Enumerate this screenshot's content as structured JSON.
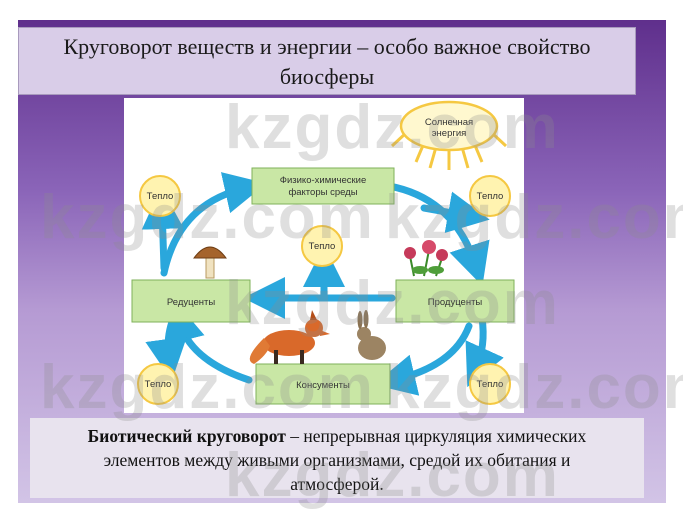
{
  "title": {
    "line1": "Круговорот веществ и энергии – особо важное свойство",
    "line2": "биосферы"
  },
  "diagram": {
    "sun_label_1": "Солнечная",
    "sun_label_2": "энергия",
    "factors_label_1": "Физико-химические",
    "factors_label_2": "факторы среды",
    "producers_label": "Продуценты",
    "decomposers_label": "Редуценты",
    "consumers_label": "Консументы",
    "heat_label": "Тепло"
  },
  "definition": {
    "term": "Биотический круговорот",
    "text_line1": " – непрерывная циркуляция химических",
    "text_line2": "элементов между живыми организмами, средой их обитания и",
    "text_line3": "атмосферой."
  },
  "watermark": "kzgdz.com",
  "colors": {
    "slide_purple": "#6a3a98",
    "box_green": "#c9e7a5",
    "arrow_blue": "#2aa7dc",
    "sun_yellow": "#f5c842"
  }
}
